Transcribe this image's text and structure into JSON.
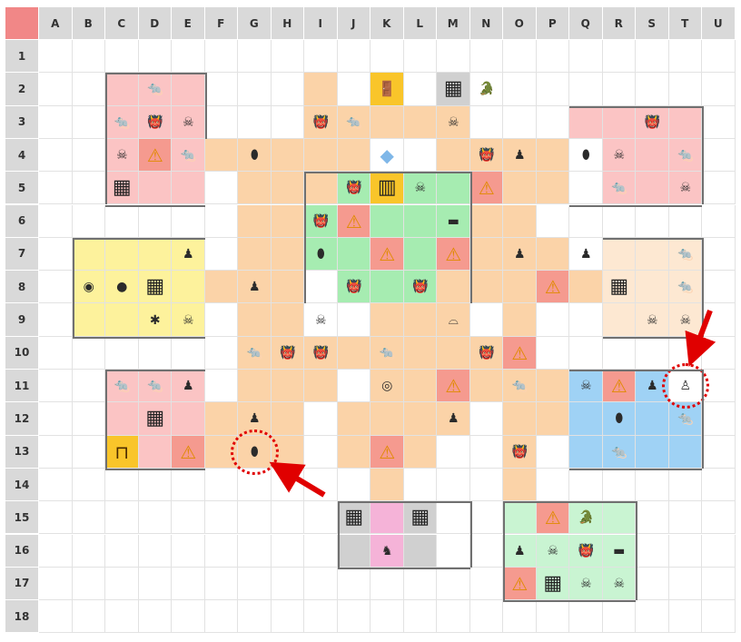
{
  "columns": [
    "A",
    "B",
    "C",
    "D",
    "E",
    "F",
    "G",
    "H",
    "I",
    "J",
    "K",
    "L",
    "M",
    "N",
    "O",
    "P",
    "Q",
    "R",
    "S",
    "T",
    "U"
  ],
  "rows": [
    "1",
    "2",
    "3",
    "4",
    "5",
    "6",
    "7",
    "8",
    "9",
    "10",
    "11",
    "12",
    "13",
    "14",
    "15",
    "16",
    "17",
    "18"
  ],
  "colors": {
    "corner": "#f18787",
    "header": "#d9d9d9",
    "corridor": "#fbd3a8",
    "pink_room": "#fbc4c4",
    "yellow_room": "#fdf29c",
    "green_room": "#a6ecb1",
    "cream_room": "#fde8d2",
    "blue_room": "#9fd2f5",
    "mint_room": "#c9f4d2",
    "highlight_ring": "#e00000",
    "arrow": "#e00000"
  },
  "map": {
    "regions": [
      {
        "kind": "pink",
        "cells": [
          "C2",
          "D2",
          "E2",
          "C3",
          "D3",
          "E3",
          "C4",
          "E4",
          "C5",
          "D5",
          "E5",
          "C11",
          "D11",
          "E11",
          "C12",
          "D12",
          "E12",
          "D13",
          "Q3",
          "R3",
          "S3",
          "T3",
          "R4",
          "S4",
          "T4",
          "R5",
          "S5",
          "T5"
        ]
      },
      {
        "kind": "peach",
        "cells": [
          "F4",
          "G4",
          "H4",
          "I4",
          "J4",
          "M4",
          "N4",
          "O4",
          "P4",
          "G5",
          "H5",
          "I5",
          "J5",
          "O5",
          "P5",
          "H6",
          "I6",
          "J6",
          "N6",
          "O6",
          "G6",
          "G7",
          "H7",
          "I7",
          "N7",
          "O7",
          "P7",
          "F8",
          "G8",
          "H8",
          "M8",
          "N8",
          "O8",
          "Q8",
          "G9",
          "H9",
          "K9",
          "L9",
          "M9",
          "O9",
          "G10",
          "H10",
          "I10",
          "J10",
          "K10",
          "L10",
          "M10",
          "N10",
          "G11",
          "H11",
          "I11",
          "L11",
          "M11",
          "N11",
          "O11",
          "P11",
          "F12",
          "G12",
          "H12",
          "J12",
          "K12",
          "L12",
          "M12",
          "O12",
          "P12",
          "F13",
          "G13",
          "H13",
          "J13",
          "L13",
          "O13",
          "O14",
          "K14",
          "I2",
          "I3",
          "J3",
          "K3",
          "L3",
          "M3",
          "I5",
          "N5",
          "K11"
        ]
      },
      {
        "kind": "yellow",
        "cells": [
          "B7",
          "C7",
          "D7",
          "E7",
          "B8",
          "C8",
          "D8",
          "E8",
          "B9",
          "C9",
          "D9",
          "E9"
        ]
      },
      {
        "kind": "green",
        "cells": [
          "J5",
          "L5",
          "M5",
          "I6",
          "K6",
          "L6",
          "M6",
          "I7",
          "J7",
          "L7",
          "J8",
          "K8",
          "L8"
        ]
      },
      {
        "kind": "cream",
        "cells": [
          "R7",
          "S7",
          "T7",
          "R8",
          "S8",
          "T8",
          "R9",
          "S9",
          "T9"
        ]
      },
      {
        "kind": "blue",
        "cells": [
          "Q11",
          "S11",
          "Q12",
          "R12",
          "S12",
          "T12",
          "Q13",
          "R13",
          "S13",
          "T13"
        ]
      },
      {
        "kind": "mint",
        "cells": [
          "O15",
          "Q15",
          "R15",
          "O16",
          "P16",
          "Q16",
          "R16",
          "P17",
          "Q17",
          "R17"
        ]
      },
      {
        "kind": "gray",
        "cells": [
          "M2",
          "J15",
          "L15",
          "J16",
          "L16"
        ]
      },
      {
        "kind": "gold",
        "cells": [
          "K2",
          "K5",
          "C13"
        ]
      },
      {
        "kind": "rose",
        "cells": [
          "K15",
          "K16"
        ]
      },
      {
        "kind": "salmon",
        "cells": [
          "D4",
          "J6",
          "K7",
          "M7",
          "N5",
          "P8",
          "O10",
          "M11",
          "R11",
          "E13",
          "K13",
          "P15",
          "O17"
        ]
      }
    ],
    "icons": [
      {
        "cell": "K2",
        "name": "exit-door-icon",
        "glyph": "🚪"
      },
      {
        "cell": "M2",
        "name": "cage-icon",
        "glyph": "▦"
      },
      {
        "cell": "N2",
        "name": "crocodile-icon",
        "glyph": "🐊"
      },
      {
        "cell": "K4",
        "name": "crystal-icon",
        "glyph": "◆"
      },
      {
        "cell": "K5",
        "name": "gate-icon",
        "glyph": "▥"
      },
      {
        "cell": "D4",
        "name": "warning-sign-icon",
        "glyph": "⚠"
      },
      {
        "cell": "J6",
        "name": "warning-sign-icon",
        "glyph": "⚠"
      },
      {
        "cell": "K7",
        "name": "warning-sign-icon",
        "glyph": "⚠"
      },
      {
        "cell": "M7",
        "name": "warning-sign-icon",
        "glyph": "⚠"
      },
      {
        "cell": "N5",
        "name": "warning-sign-icon",
        "glyph": "⚠"
      },
      {
        "cell": "P8",
        "name": "warning-sign-icon",
        "glyph": "⚠"
      },
      {
        "cell": "M11",
        "name": "warning-sign-icon",
        "glyph": "⚠"
      },
      {
        "cell": "R11",
        "name": "warning-sign-icon",
        "glyph": "⚠"
      },
      {
        "cell": "E13",
        "name": "warning-sign-icon",
        "glyph": "⚠"
      },
      {
        "cell": "K13",
        "name": "warning-sign-icon",
        "glyph": "⚠"
      },
      {
        "cell": "P15",
        "name": "warning-sign-icon",
        "glyph": "⚠"
      },
      {
        "cell": "O17",
        "name": "warning-sign-icon",
        "glyph": "⚠"
      },
      {
        "cell": "O10",
        "name": "warning-sign-icon",
        "glyph": "⚠"
      },
      {
        "cell": "C5",
        "name": "cage-icon",
        "glyph": "▦"
      },
      {
        "cell": "D8",
        "name": "cage-icon",
        "glyph": "▦"
      },
      {
        "cell": "D12",
        "name": "cage-icon",
        "glyph": "▦"
      },
      {
        "cell": "R8",
        "name": "cage-icon",
        "glyph": "▦"
      },
      {
        "cell": "J15",
        "name": "cage-icon",
        "glyph": "▦"
      },
      {
        "cell": "L15",
        "name": "cage-icon",
        "glyph": "▦"
      },
      {
        "cell": "P17",
        "name": "cage-icon",
        "glyph": "▦"
      },
      {
        "cell": "C13",
        "name": "altar-icon",
        "glyph": "⊓"
      },
      {
        "cell": "D2",
        "name": "rat-icon",
        "glyph": "🐀"
      },
      {
        "cell": "C3",
        "name": "rat-icon",
        "glyph": "🐀"
      },
      {
        "cell": "E4",
        "name": "rat-icon",
        "glyph": "🐀"
      },
      {
        "cell": "D3",
        "name": "orc-icon",
        "glyph": "👹"
      },
      {
        "cell": "E3",
        "name": "bones-icon",
        "glyph": "☠"
      },
      {
        "cell": "C4",
        "name": "bones-icon",
        "glyph": "☠"
      },
      {
        "cell": "G4",
        "name": "shield-icon",
        "glyph": "⬮"
      },
      {
        "cell": "I3",
        "name": "orc-icon",
        "glyph": "👹"
      },
      {
        "cell": "J3",
        "name": "rat-icon",
        "glyph": "🐀"
      },
      {
        "cell": "M3",
        "name": "bones-icon",
        "glyph": "☠"
      },
      {
        "cell": "N4",
        "name": "orc-icon",
        "glyph": "👹"
      },
      {
        "cell": "O4",
        "name": "goblin-icon",
        "glyph": "♟"
      },
      {
        "cell": "Q4",
        "name": "shield-icon",
        "glyph": "⬮"
      },
      {
        "cell": "S3",
        "name": "orc-icon",
        "glyph": "👹"
      },
      {
        "cell": "R4",
        "name": "bones-icon",
        "glyph": "☠"
      },
      {
        "cell": "T4",
        "name": "rat-icon",
        "glyph": "🐀"
      },
      {
        "cell": "R5",
        "name": "rat-icon",
        "glyph": "🐀"
      },
      {
        "cell": "T5",
        "name": "bones-icon",
        "glyph": "☠"
      },
      {
        "cell": "J5",
        "name": "orc-icon",
        "glyph": "👹"
      },
      {
        "cell": "L5",
        "name": "bones-icon",
        "glyph": "☠"
      },
      {
        "cell": "I6",
        "name": "orc-icon",
        "glyph": "👹"
      },
      {
        "cell": "M6",
        "name": "chest-icon",
        "glyph": "▬"
      },
      {
        "cell": "I7",
        "name": "shield-icon",
        "glyph": "⬮"
      },
      {
        "cell": "J8",
        "name": "orc-icon",
        "glyph": "👹"
      },
      {
        "cell": "L8",
        "name": "orc-icon",
        "glyph": "👹"
      },
      {
        "cell": "O7",
        "name": "goblin-icon",
        "glyph": "♟"
      },
      {
        "cell": "Q7",
        "name": "goblin-icon",
        "glyph": "♟"
      },
      {
        "cell": "T7",
        "name": "rat-icon",
        "glyph": "🐀"
      },
      {
        "cell": "T8",
        "name": "rat-icon",
        "glyph": "🐀"
      },
      {
        "cell": "S9",
        "name": "bones-icon",
        "glyph": "☠"
      },
      {
        "cell": "T9",
        "name": "bones-icon",
        "glyph": "☠"
      },
      {
        "cell": "B8",
        "name": "barrel-icon",
        "glyph": "◉"
      },
      {
        "cell": "C8",
        "name": "rock-icon",
        "glyph": "●"
      },
      {
        "cell": "E7",
        "name": "goblin-icon",
        "glyph": "♟"
      },
      {
        "cell": "D9",
        "name": "spider-icon",
        "glyph": "✱"
      },
      {
        "cell": "E9",
        "name": "bones-icon",
        "glyph": "☠"
      },
      {
        "cell": "G8",
        "name": "goblin-icon",
        "glyph": "♟"
      },
      {
        "cell": "I9",
        "name": "bones-icon",
        "glyph": "☠"
      },
      {
        "cell": "M9",
        "name": "brazier-icon",
        "glyph": "⌓"
      },
      {
        "cell": "G10",
        "name": "rat-icon",
        "glyph": "🐀"
      },
      {
        "cell": "H10",
        "name": "orc-icon",
        "glyph": "👹"
      },
      {
        "cell": "I10",
        "name": "orc-icon",
        "glyph": "👹"
      },
      {
        "cell": "K10",
        "name": "rat-icon",
        "glyph": "🐀"
      },
      {
        "cell": "N10",
        "name": "orc-icon",
        "glyph": "👹"
      },
      {
        "cell": "C11",
        "name": "rat-icon",
        "glyph": "🐀"
      },
      {
        "cell": "D11",
        "name": "rat-icon",
        "glyph": "🐀"
      },
      {
        "cell": "E11",
        "name": "goblin-icon",
        "glyph": "♟"
      },
      {
        "cell": "K11",
        "name": "beast-icon",
        "glyph": "◎"
      },
      {
        "cell": "O11",
        "name": "rat-icon",
        "glyph": "🐀"
      },
      {
        "cell": "M12",
        "name": "goblin-icon",
        "glyph": "♟"
      },
      {
        "cell": "O13",
        "name": "orc-icon",
        "glyph": "👹"
      },
      {
        "cell": "G12",
        "name": "goblin-icon",
        "glyph": "♟"
      },
      {
        "cell": "G13",
        "name": "shield-icon",
        "glyph": "⬮"
      },
      {
        "cell": "Q11",
        "name": "bones-icon",
        "glyph": "☠"
      },
      {
        "cell": "S11",
        "name": "goblin-icon",
        "glyph": "♟"
      },
      {
        "cell": "T11",
        "name": "ghost-icon",
        "glyph": "♙"
      },
      {
        "cell": "T12",
        "name": "rat-icon",
        "glyph": "🐀"
      },
      {
        "cell": "R12",
        "name": "shield-icon",
        "glyph": "⬮"
      },
      {
        "cell": "R13",
        "name": "rat-icon",
        "glyph": "🐀"
      },
      {
        "cell": "K16",
        "name": "troll-icon",
        "glyph": "♞"
      },
      {
        "cell": "Q15",
        "name": "crocodile-icon",
        "glyph": "🐊"
      },
      {
        "cell": "O16",
        "name": "goblin-icon",
        "glyph": "♟"
      },
      {
        "cell": "P16",
        "name": "bones-icon",
        "glyph": "☠"
      },
      {
        "cell": "Q16",
        "name": "orc-icon",
        "glyph": "👹"
      },
      {
        "cell": "R16",
        "name": "chest-icon",
        "glyph": "▬"
      },
      {
        "cell": "Q17",
        "name": "bones-icon",
        "glyph": "☠"
      },
      {
        "cell": "R17",
        "name": "bones-icon",
        "glyph": "☠"
      }
    ],
    "highlights": [
      "G13",
      "T11"
    ]
  }
}
